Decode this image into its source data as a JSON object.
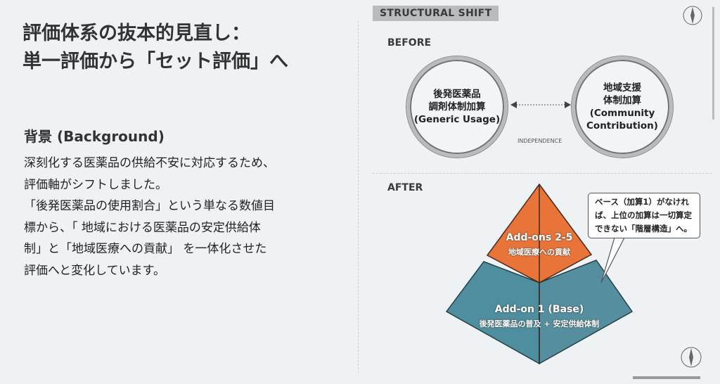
{
  "title": {
    "line1": "評価体系の抜本的見直し：",
    "line2": "単一評価から「セット評価」へ"
  },
  "background": {
    "heading": "背景 (Background)",
    "lines": [
      "深刻化する医薬品の供給不安に対応するため、",
      "評価軸がシフトしました。",
      "「後発医薬品の使用割合」という単なる数値目",
      "標から、「 地域における医薬品の安定供給体",
      "制」と「地域医療への貢献」 を一体化させた",
      "評価へと変化しています。"
    ]
  },
  "diagram": {
    "tag": "STRUCTURAL SHIFT",
    "before": {
      "label": "BEFORE",
      "left": {
        "l1": "後発医薬品",
        "l2": "調剤体制加算",
        "l3": "(Generic Usage)"
      },
      "right": {
        "l1": "地域支援",
        "l2": "体制加算",
        "l3": "(Community",
        "l4": "Contribution)"
      },
      "relation": "INDEPENDENCE"
    },
    "after": {
      "label": "AFTER",
      "top": {
        "title": "Add-ons 2-5",
        "sub": "地域医療への貢献"
      },
      "base": {
        "title": "Add-on 1 (Base)",
        "sub": "後発医薬品の普及 + 安定供給体制"
      },
      "callout": {
        "l1": "ベース（加算1）がなけれ",
        "l2": "ば、上位の加算は一切算定",
        "l3": "できない「階層構造」へ。"
      }
    },
    "colors": {
      "orange": "#e8743a",
      "teal": "#4f8e9e"
    }
  }
}
